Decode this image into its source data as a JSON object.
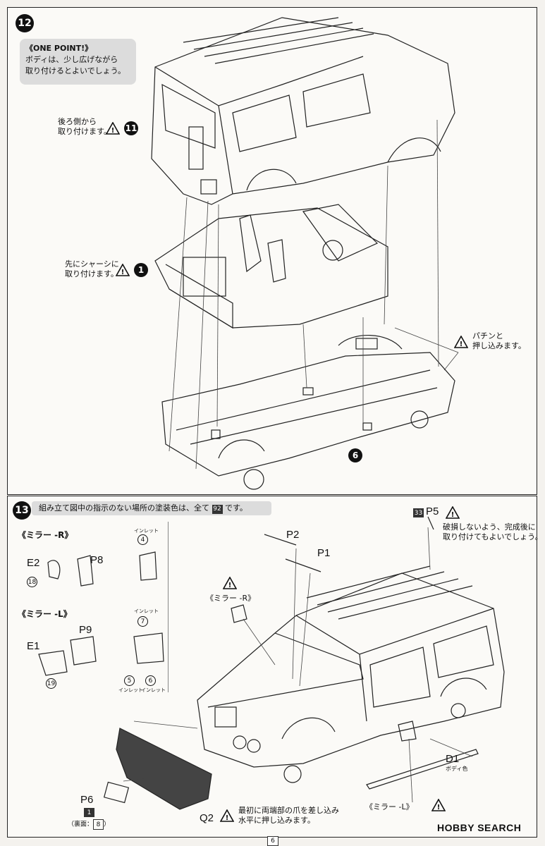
{
  "step12": {
    "number": "12",
    "one_point_title": "《ONE POINT!》",
    "one_point_line1": "ボディは、少し広げながら",
    "one_point_line2": "取り付けるとよいでしょう。",
    "rear_note_line1": "後ろ側から",
    "rear_note_line2": "取り付けます。",
    "rear_ref": "11",
    "chassis_note_line1": "先にシャーシに",
    "chassis_note_line2": "取り付けます。",
    "chassis_ref": "1",
    "snap_note_line1": "パチンと",
    "snap_note_line2": "押し込みます。",
    "chassis_part": "6"
  },
  "step13": {
    "number": "13",
    "banner_pre": "組み立て図中の指示のない場所の塗装色は、全て",
    "banner_code": "92",
    "banner_post": "です。",
    "mirror_r_title": "《ミラー -R》",
    "mirror_l_title": "《ミラー -L》",
    "e2": "E2",
    "e2_color": "18",
    "p8": "P8",
    "p8_color_label": "インレット",
    "p8_color": "4",
    "e1": "E1",
    "e1_color": "19",
    "p9": "P9",
    "p9_color_label": "インレット",
    "p9_color": "7",
    "p9_sub1": "5",
    "p9_sub1_label": "インレット",
    "p9_sub2": "6",
    "p9_sub2_label": "インレット",
    "p2": "P2",
    "p1": "P1",
    "p5_code": "33",
    "p5": "P5",
    "p5_note_line1": "破損しないよう、完成後に",
    "p5_note_line2": "取り付けてもよいでしょう。",
    "mirror_r_callout": "《ミラー -R》",
    "mirror_l_callout": "《ミラー -L》",
    "d1": "D1",
    "d1_color": "ボディ色",
    "p6": "P6",
    "p6_code": "1",
    "p6_back_label": "（裏面：",
    "p6_back_code": "8",
    "p6_back_close": "）",
    "q2": "Q2",
    "q2_note_line1": "最初に両端部の爪を差し込み",
    "q2_note_line2": "水平に押し込みます。"
  },
  "page_number": "6",
  "watermark": "HOBBY SEARCH"
}
